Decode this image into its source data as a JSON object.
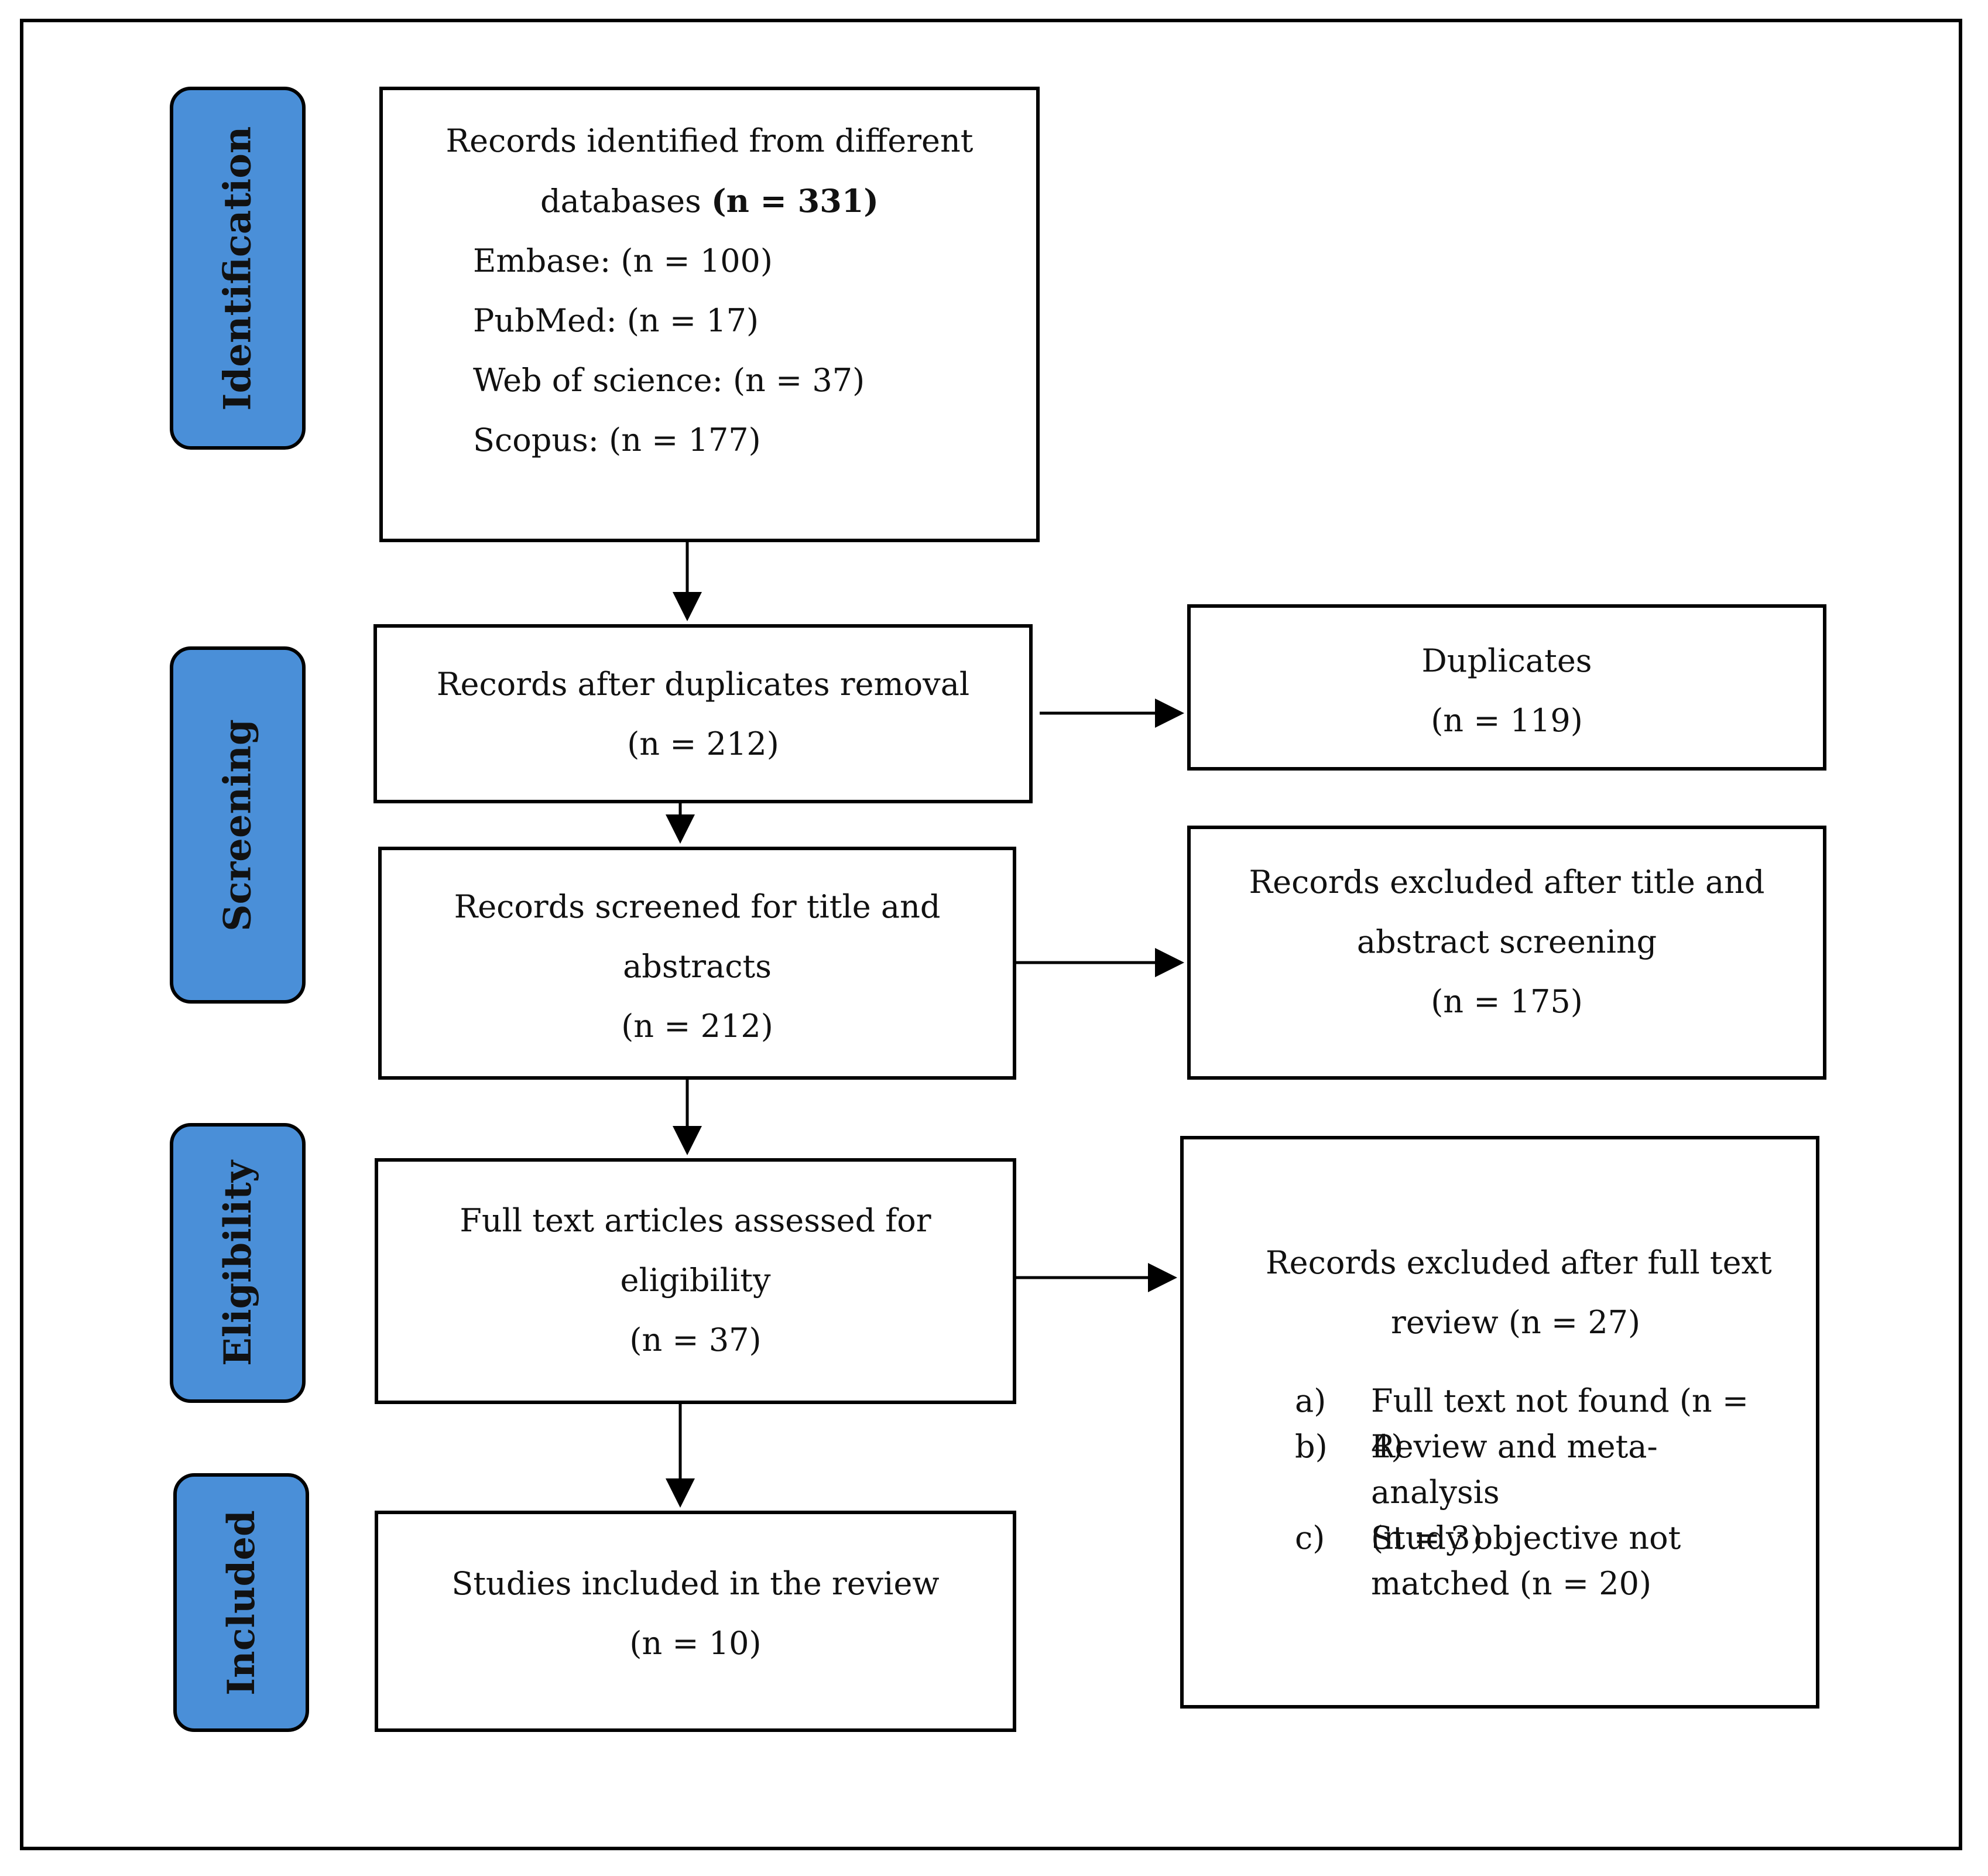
{
  "stages": {
    "identification": "Identification",
    "screening": "Screening",
    "eligibility": "Eligibility",
    "included": "Included"
  },
  "identified": {
    "line1": "Records identified from different",
    "line2_prefix": "databases ",
    "line2_bold": "(n = 331)",
    "embase": "Embase: (n = 100)",
    "pubmed": "PubMed:  (n = 17)",
    "wos": "Web of science: (n = 37)",
    "scopus": "Scopus:  (n = 177)"
  },
  "after_duplicates": {
    "line1": "Records after duplicates removal",
    "line2": "(n = 212)"
  },
  "duplicates": {
    "line1": "Duplicates",
    "line2": "(n = 119)"
  },
  "screened": {
    "line1": "Records screened for title and",
    "line2": "abstracts",
    "line3": "(n = 212)"
  },
  "excluded_title": {
    "line1": "Records excluded after title and",
    "line2": "abstract screening",
    "line3": "(n = 175)"
  },
  "fulltext": {
    "line1": "Full text articles assessed for",
    "line2": "eligibility",
    "line3": "(n = 37)"
  },
  "excluded_fulltext": {
    "line1": "Records excluded after full text",
    "line2": "review (n = 27)",
    "items": [
      {
        "marker": "a)",
        "line1": "Full text not found (n = 4)",
        "line2": ""
      },
      {
        "marker": "b)",
        "line1": "Review and meta-analysis",
        "line2": "(n = 3)"
      },
      {
        "marker": "c)",
        "line1": "Study objective not",
        "line2": "matched (n = 20)"
      }
    ]
  },
  "included": {
    "line1": "Studies included in the review",
    "line2": "(n = 10)"
  }
}
